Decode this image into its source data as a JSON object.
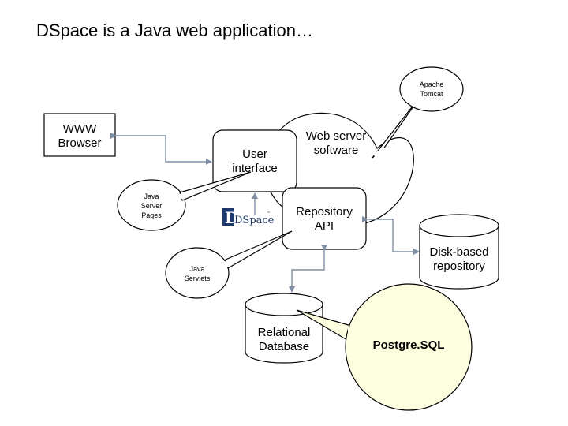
{
  "title": "DSpace is a Java web application…",
  "nodes": {
    "www_browser": "WWW\nBrowser",
    "user_interface": "User\ninterface",
    "web_server": "Web server\nsoftware",
    "apache_tomcat": "Apache\nTomcat",
    "java_server_pages": "Java\nServer\nPages",
    "repository_api": "Repository\nAPI",
    "java_servlets": "Java\nServlets",
    "disk_repository": "Disk-based\nrepository",
    "relational_database": "Relational\nDatabase",
    "postgresql": "Postgre.SQL"
  },
  "logo": {
    "text": "DSpace",
    "tm": "™"
  },
  "colors": {
    "line": "#7f8fa6",
    "callout_fill": "#fdfde0",
    "stroke": "#000000"
  }
}
